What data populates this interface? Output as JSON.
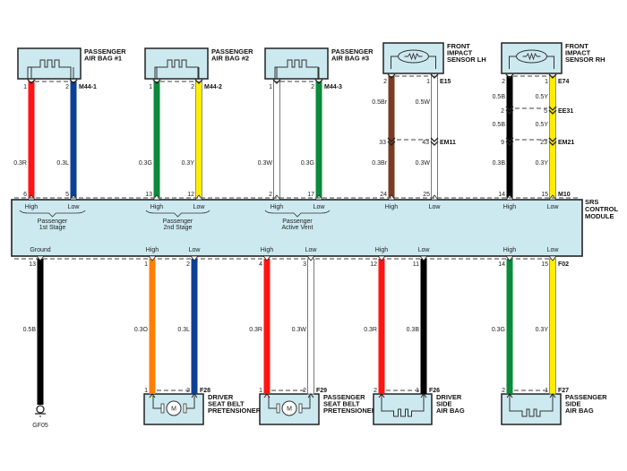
{
  "colors": {
    "module_fill": "#cce9f0",
    "R": "#ff1414",
    "L": "#0d3f96",
    "G": "#0a8a3a",
    "Y": "#ffee00",
    "W": "#ffffff",
    "B": "#000000",
    "Br": "#7b3b22",
    "O": "#ff8000"
  },
  "module": {
    "name": "SRS CONTROL MODULE",
    "lines": [
      "SRS",
      "CONTROL",
      "MODULE"
    ],
    "top_connector": "M10",
    "bottom_connector": "F02",
    "groups": [
      {
        "line1": "Passenger",
        "line2": "1st Stage"
      },
      {
        "line1": "Passenger",
        "line2": "2nd Stage"
      },
      {
        "line1": "Passenger",
        "line2": "Active Vent"
      }
    ]
  },
  "top_components": [
    {
      "name": "PASSENGER AIR BAG #1",
      "lines": [
        "PASSENGER",
        "AIR BAG #1"
      ],
      "type": "airbag",
      "connector": "M44-1",
      "wires": [
        {
          "pin": "1",
          "color": "R",
          "spec": "0.3R",
          "module_pin": "6",
          "role": "High"
        },
        {
          "pin": "2",
          "color": "L",
          "spec": "0.3L",
          "module_pin": "5",
          "role": "Low"
        }
      ]
    },
    {
      "name": "PASSENGER AIR BAG #2",
      "lines": [
        "PASSENGER",
        "AIR BAG #2"
      ],
      "type": "airbag",
      "connector": "M44-2",
      "wires": [
        {
          "pin": "1",
          "color": "G",
          "spec": "0.3G",
          "module_pin": "13",
          "role": "High"
        },
        {
          "pin": "2",
          "color": "Y",
          "spec": "0.3Y",
          "module_pin": "12",
          "role": "Low"
        }
      ]
    },
    {
      "name": "PASSENGER AIR BAG #3",
      "lines": [
        "PASSENGER",
        "AIR BAG #3"
      ],
      "type": "airbag",
      "connector": "M44-3",
      "wires": [
        {
          "pin": "1",
          "color": "W",
          "spec": "0.3W",
          "module_pin": "2",
          "role": "High"
        },
        {
          "pin": "2",
          "color": "G",
          "spec": "0.3G",
          "module_pin": "17",
          "role": "Low"
        }
      ]
    },
    {
      "name": "FRONT IMPACT SENSOR LH",
      "lines": [
        "FRONT",
        "IMPACT",
        "SENSOR LH"
      ],
      "type": "sensor",
      "connector": "E15",
      "splices": [
        {
          "connector": "EM11",
          "pins": [
            "33",
            "43"
          ]
        }
      ],
      "wires": [
        {
          "pin": "2",
          "color": "Br",
          "specs": [
            "0.5Br",
            "0.3Br"
          ],
          "module_pin": "24",
          "role": "High"
        },
        {
          "pin": "1",
          "color": "W",
          "specs": [
            "0.5W",
            "0.3W"
          ],
          "module_pin": "25",
          "role": "Low"
        }
      ]
    },
    {
      "name": "FRONT IMPACT SENSOR RH",
      "lines": [
        "FRONT",
        "IMPACT",
        "SENSOR RH"
      ],
      "type": "sensor",
      "connector": "E74",
      "splices": [
        {
          "connector": "EE31",
          "pins": [
            "2",
            "5"
          ]
        },
        {
          "connector": "EM21",
          "pins": [
            "9",
            "23"
          ]
        }
      ],
      "wires": [
        {
          "pin": "2",
          "color": "B",
          "specs": [
            "0.5B",
            "0.5B",
            "0.3B"
          ],
          "module_pin": "14",
          "role": "High"
        },
        {
          "pin": "1",
          "color": "Y",
          "specs": [
            "0.5Y",
            "0.5Y",
            "0.3Y"
          ],
          "module_pin": "15",
          "role": "Low"
        }
      ]
    }
  ],
  "bottom": {
    "ground": {
      "module_pin": "13",
      "role": "Ground",
      "color": "B",
      "spec": "0.5B",
      "label": "GF05"
    },
    "components": [
      {
        "name": "DRIVER SEAT BELT PRETENSIONER",
        "lines": [
          "DRIVER",
          "SEAT BELT",
          "PRETENSIONER"
        ],
        "type": "motor",
        "connector": "F28",
        "wires": [
          {
            "module_pin": "1",
            "role": "High",
            "color": "O",
            "spec": "0.3O",
            "pin": "1"
          },
          {
            "module_pin": "2",
            "role": "Low",
            "color": "L",
            "spec": "0.3L",
            "pin": "2"
          }
        ]
      },
      {
        "name": "PASSENGER SEAT BELT PRETENSIONER",
        "lines": [
          "PASSENGER",
          "SEAT BELT",
          "PRETENSIONER"
        ],
        "type": "motor",
        "connector": "F29",
        "wires": [
          {
            "module_pin": "4",
            "role": "High",
            "color": "R",
            "spec": "0.3R",
            "pin": "1"
          },
          {
            "module_pin": "3",
            "role": "Low",
            "color": "W",
            "spec": "0.3W",
            "pin": "2"
          }
        ]
      },
      {
        "name": "DRIVER SIDE AIR BAG",
        "lines": [
          "DRIVER",
          "SIDE",
          "AIR BAG"
        ],
        "type": "airbag",
        "connector": "F26",
        "wires": [
          {
            "module_pin": "12",
            "role": "High",
            "color": "R",
            "spec": "0.3R",
            "pin": "2"
          },
          {
            "module_pin": "11",
            "role": "Low",
            "color": "B",
            "spec": "0.3B",
            "pin": "1"
          }
        ]
      },
      {
        "name": "PASSENGER SIDE AIR BAG",
        "lines": [
          "PASSENGER",
          "SIDE",
          "AIR BAG"
        ],
        "type": "airbag",
        "connector": "F27",
        "wires": [
          {
            "module_pin": "14",
            "role": "High",
            "color": "G",
            "spec": "0.3G",
            "pin": "2"
          },
          {
            "module_pin": "15",
            "role": "Low",
            "color": "Y",
            "spec": "0.3Y",
            "pin": "1"
          }
        ]
      }
    ]
  },
  "motor_symbol": "M"
}
